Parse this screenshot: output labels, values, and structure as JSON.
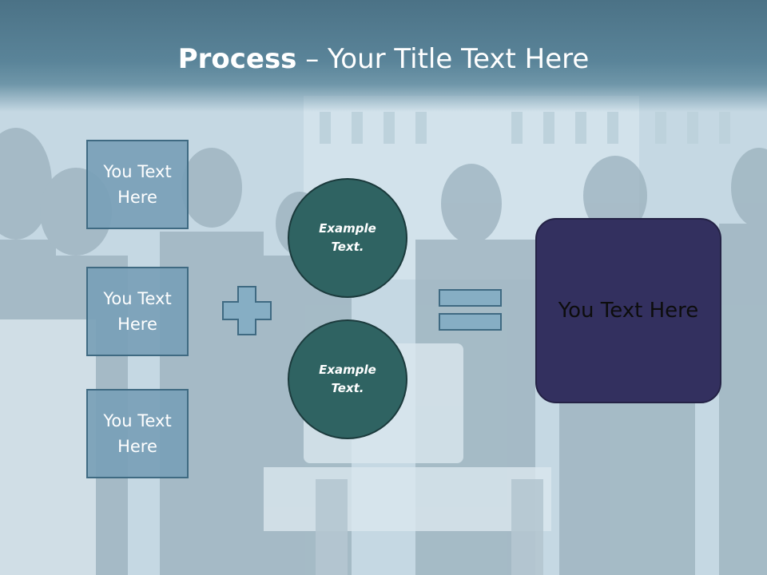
{
  "slide": {
    "title_bold": "Process",
    "title_rest": " – Your Title Text Here"
  },
  "left_boxes": [
    {
      "text": "You Text Here"
    },
    {
      "text": "You Text Here"
    },
    {
      "text": "You Text Here"
    }
  ],
  "circles": [
    {
      "text": "Example Text."
    },
    {
      "text": "Example Text."
    }
  ],
  "result_box": {
    "text": "You Text Here"
  },
  "icons": {
    "plus": "plus-icon",
    "equals": "equals-icon"
  },
  "colors": {
    "title_bar": "#4b7286",
    "box_fill": "#78a0b7",
    "circle_fill": "#2f6362",
    "result_fill": "#33305f"
  }
}
